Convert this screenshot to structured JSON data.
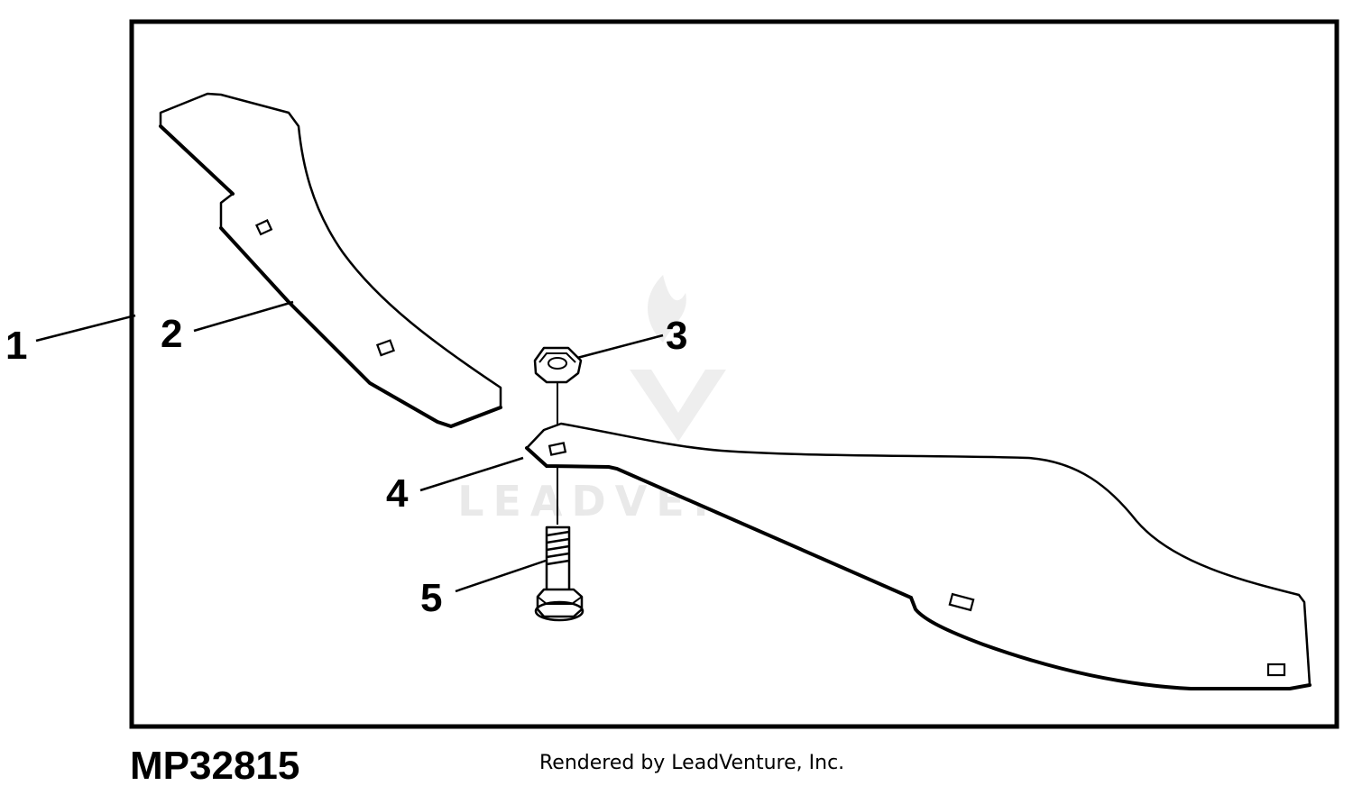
{
  "figure": {
    "id": "MP32815",
    "credit": "Rendered by LeadVenture, Inc.",
    "watermark": "LEADVENTURE"
  },
  "callouts": [
    {
      "number": "1",
      "item": "blade-kit-frame"
    },
    {
      "number": "2",
      "item": "mulching-blade"
    },
    {
      "number": "3",
      "item": "nut"
    },
    {
      "number": "4",
      "item": "blade"
    },
    {
      "number": "5",
      "item": "bolt"
    }
  ],
  "colors": {
    "line": "#000000",
    "background": "#ffffff",
    "watermark": "#d8d8d8"
  }
}
